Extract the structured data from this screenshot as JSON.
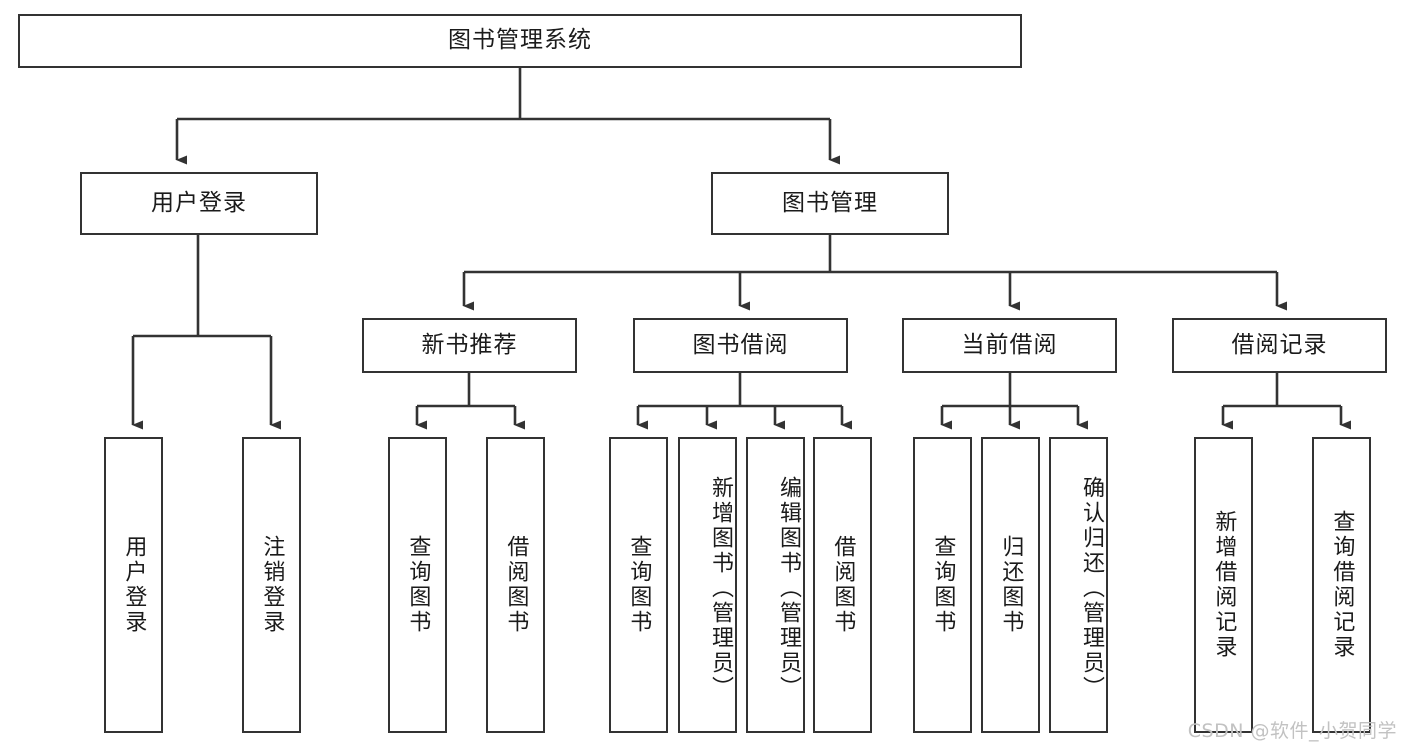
{
  "diagram": {
    "title": "图书管理系统",
    "type": "tree",
    "root": {
      "label": "图书管理系统"
    },
    "level2": [
      {
        "label": "用户登录"
      },
      {
        "label": "图书管理"
      }
    ],
    "level3": [
      {
        "label": "新书推荐"
      },
      {
        "label": "图书借阅"
      },
      {
        "label": "当前借阅"
      },
      {
        "label": "借阅记录"
      }
    ],
    "leaves": {
      "user_login": [
        {
          "label": "用户登录"
        },
        {
          "label": "注销登录"
        }
      ],
      "new_book": [
        {
          "label": "查询图书"
        },
        {
          "label": "借阅图书"
        }
      ],
      "book_borrow": [
        {
          "label": "查询图书"
        },
        {
          "label": "新增图书（管理员）"
        },
        {
          "label": "编辑图书（管理员）"
        },
        {
          "label": "借阅图书"
        }
      ],
      "current_borrow": [
        {
          "label": "查询图书"
        },
        {
          "label": "归还图书"
        },
        {
          "label": "确认归还（管理员）"
        }
      ],
      "borrow_record": [
        {
          "label": "新增借阅记录"
        },
        {
          "label": "查询借阅记录"
        }
      ]
    }
  },
  "watermark": {
    "text": "CSDN @软件_小贺同学"
  },
  "colors": {
    "stroke": "#333333",
    "box_fill": "#ffffff",
    "text": "#1b1b1b",
    "watermark": "#c2c2c2",
    "background": "#ffffff"
  }
}
